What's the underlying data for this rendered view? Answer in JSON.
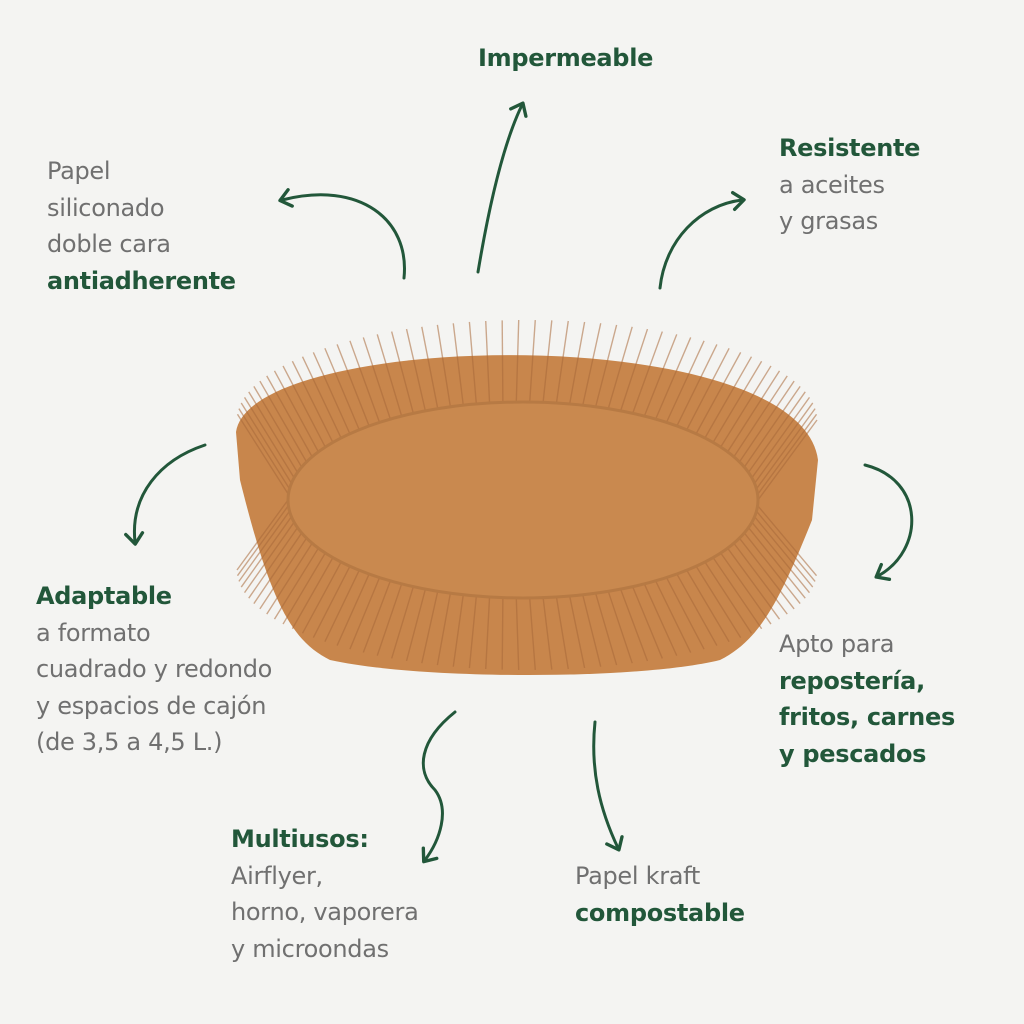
{
  "colors": {
    "background": "#f4f4f2",
    "accent_green": "#22573a",
    "body_text": "#707070",
    "kraft": "#c9874c"
  },
  "features": {
    "impermeable": {
      "title": "Impermeable"
    },
    "antiadherente": {
      "lines": [
        "Papel",
        "siliconado",
        "doble cara"
      ],
      "bold": "antiadherente"
    },
    "resistente": {
      "title": "Resistente",
      "lines": [
        "a aceites",
        "y grasas"
      ]
    },
    "adaptable": {
      "title": "Adaptable",
      "lines": [
        "a formato",
        "cuadrado y redondo",
        "y espacios de cajón",
        "(de 3,5 a 4,5 L.)"
      ]
    },
    "apto": {
      "lines": [
        "Apto para"
      ],
      "bold": [
        "repostería,",
        "fritos, carnes",
        "y pescados"
      ]
    },
    "multiusos": {
      "title": "Multiusos:",
      "lines": [
        "Airflyer,",
        "horno, vaporera",
        "y microondas"
      ]
    },
    "compostable": {
      "lines": [
        "Papel kraft"
      ],
      "bold": "compostable"
    }
  }
}
